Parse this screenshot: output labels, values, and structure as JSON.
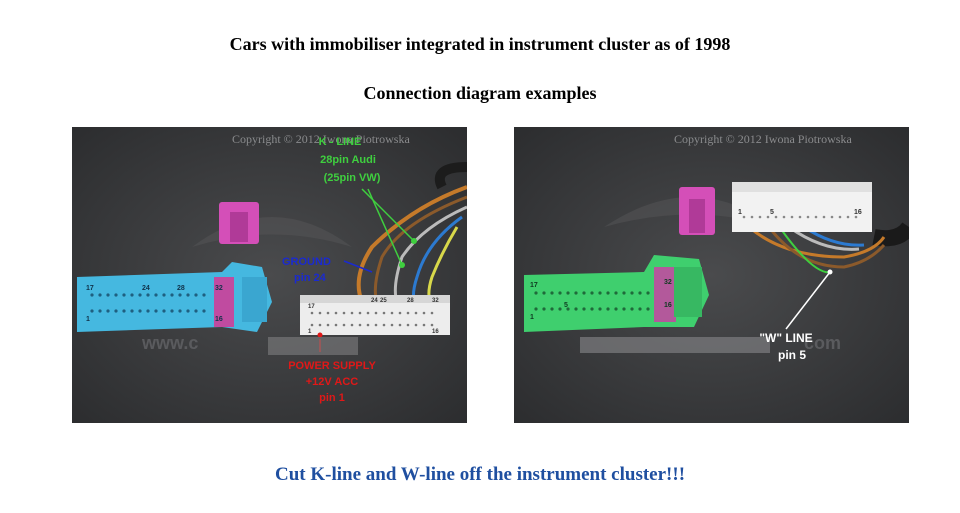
{
  "header": {
    "title": "Cars with immobiliser integrated in instrument cluster as of 1998",
    "subtitle": "Connection diagram examples"
  },
  "photo_left": {
    "copyright": "Copyright © 2012 Iwona Piotrowska",
    "k_line_label": "K - LINE",
    "k_line_audi": "28pin Audi",
    "k_line_vw": "(25pin VW)",
    "ground_label": "GROUND",
    "ground_pin": "pin 24",
    "power_label": "POWER SUPPLY",
    "power_voltage": "+12V ACC",
    "power_pin": "pin 1",
    "blue_pins": {
      "p17": "17",
      "p24": "24",
      "p28": "28",
      "p32": "32",
      "p1": "1",
      "p16": "16"
    },
    "white_pins": {
      "p17": "17",
      "p24": "24",
      "p25": "25",
      "p28": "28",
      "p32": "32",
      "p1": "1",
      "p16": "16"
    },
    "watermark": "www.c"
  },
  "photo_right": {
    "copyright": "Copyright © 2012 Iwona Piotrowska",
    "w_line_label": "\"W\" LINE",
    "w_line_pin": "pin 5",
    "green_pins": {
      "p17": "17",
      "p32": "32",
      "p1": "1",
      "p5": "5",
      "p16": "16"
    },
    "white_pins": {
      "p1": "1",
      "p5": "5",
      "p16": "16"
    },
    "watermark": "com"
  },
  "footer": {
    "call_to_action": "Cut K-line and W-line off the instrument cluster!!!"
  },
  "colors": {
    "cta": "#1f4fa0",
    "k_line": "#3fcf3f",
    "ground": "#1a2ad0",
    "power": "#e01818",
    "blue_connector": "#45b8e0",
    "green_connector": "#3fcf6e",
    "pink_clip": "#d44fb8"
  }
}
